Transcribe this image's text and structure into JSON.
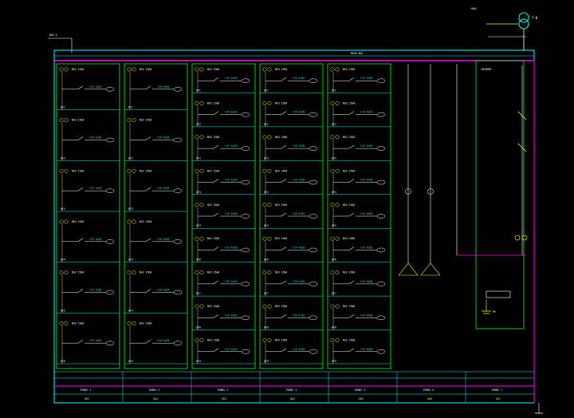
{
  "colors": {
    "background": "#000000",
    "frame": "#00ffff",
    "busbar": "#ff00ff",
    "cubicle": "#00ff00",
    "switch": "#ffff00",
    "text": "#ffffff",
    "breaker": "#00ffff"
  },
  "drawing": {
    "transformer_symbol": "transformer-icon",
    "transformer_label": "T-B",
    "incoming_label": "10kV",
    "busbar_label": "MAIN BUS",
    "left_feeder_label": "BUS A",
    "bottom_labels": [
      "PANEL 1",
      "PANEL 2",
      "PANEL 3",
      "PANEL 4",
      "PANEL 5",
      "PANEL 6",
      "PANEL 7"
    ],
    "bottom_codes": [
      "AA1",
      "AA2",
      "AA3",
      "AA4",
      "AA5",
      "AA6",
      "AA7"
    ],
    "right_panel_label": "INCOMER",
    "ground_label": "PE"
  },
  "feeders": {
    "panel_count": 5,
    "breaker_tag": "QF",
    "circuit_label": "NSX 250A",
    "cable_label": "YJV 4x35"
  }
}
